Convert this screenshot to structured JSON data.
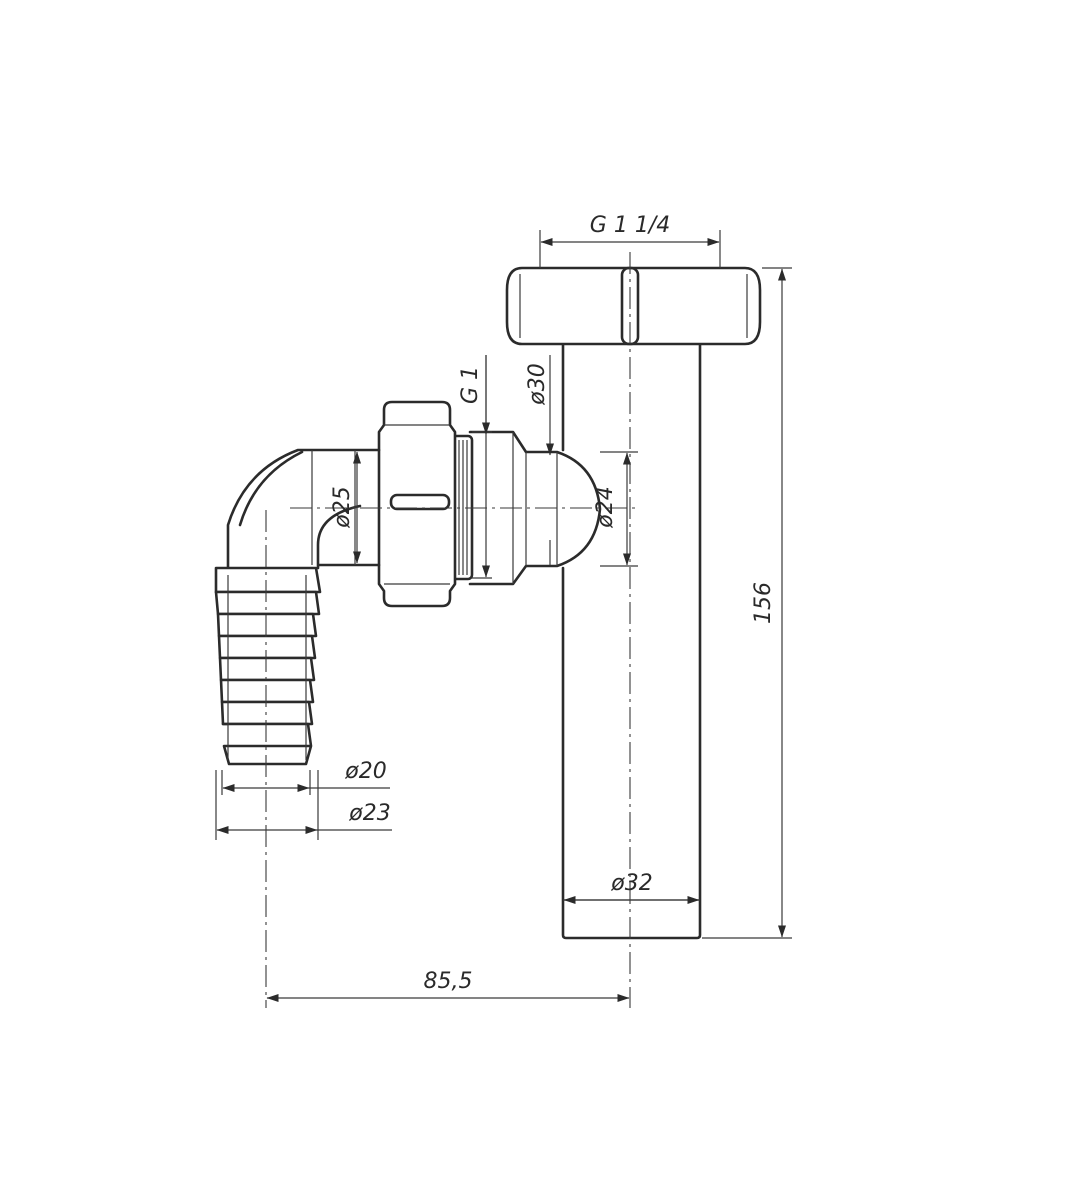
{
  "drawing": {
    "dimensions": {
      "thread_top": "G 1 1/4",
      "thread_side": "G 1",
      "dia_side_outlet": "ø30",
      "dia_union": "ø25",
      "dia_inner": "ø24",
      "dia_hose_inner": "ø20",
      "dia_hose_outer": "ø23",
      "dia_pipe": "ø32",
      "height": "156",
      "offset": "85,5"
    }
  },
  "colors": {
    "line": "#2b2b2b",
    "background": "#ffffff"
  }
}
